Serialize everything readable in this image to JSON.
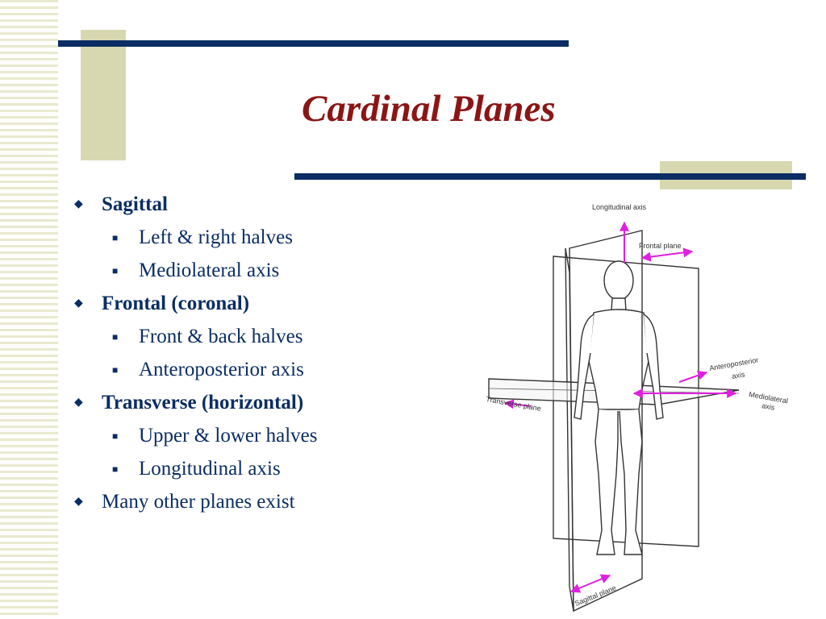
{
  "slide": {
    "title": "Cardinal Planes",
    "bullets": [
      {
        "text": "Sagittal",
        "bold": true,
        "sub": [
          "Left & right halves",
          "Mediolateral axis"
        ]
      },
      {
        "text": "Frontal (coronal)",
        "bold": true,
        "sub": [
          "Front & back halves",
          "Anteroposterior axis"
        ]
      },
      {
        "text": "Transverse (horizontal)",
        "bold": true,
        "sub": [
          "Upper & lower halves",
          "Longitudinal axis"
        ]
      },
      {
        "text": "Many other planes exist",
        "bold": false,
        "sub": []
      }
    ]
  },
  "figure": {
    "labels": {
      "longitudinal_axis": "Longitudinal axis",
      "frontal_plane": "Frontal plane",
      "anteroposterior_axis_1": "Anteroposterior",
      "anteroposterior_axis_2": "axis",
      "mediolateral_axis_1": "Mediolateral",
      "mediolateral_axis_2": "axis",
      "transverse_plane": "Transverse plane",
      "sagittal_plane": "Sagittal plane"
    },
    "arrow_color": "#e020e0"
  },
  "colors": {
    "title": "#8b1515",
    "text": "#0b2d63",
    "accent_bar": "#0b2d63",
    "deco": "#d8d8b0"
  }
}
